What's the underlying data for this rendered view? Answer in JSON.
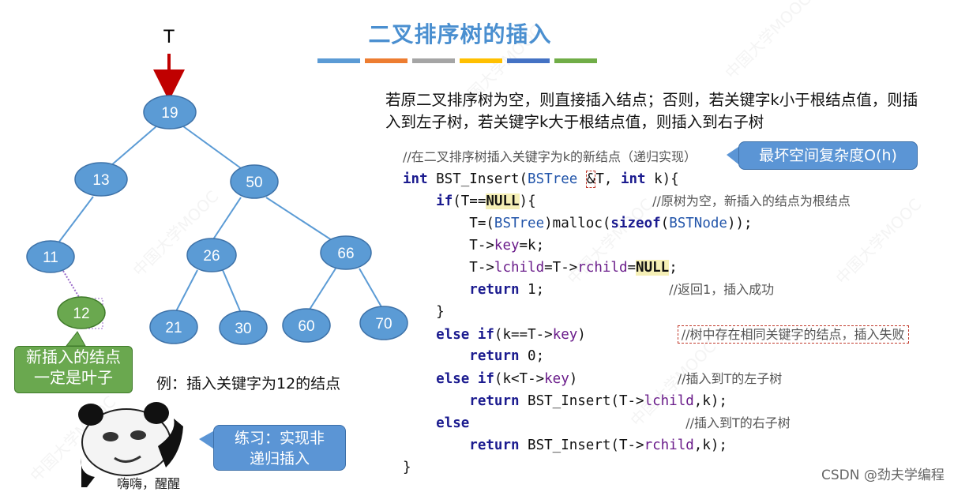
{
  "title": "二叉排序树的插入",
  "title_bar_colors": [
    "#5b9bd5",
    "#ed7d31",
    "#a5a5a5",
    "#ffc000",
    "#4472c4",
    "#70ad47"
  ],
  "tree": {
    "root_label": "T",
    "nodes": [
      "19",
      "13",
      "50",
      "11",
      "26",
      "66",
      "12",
      "21",
      "30",
      "60",
      "70"
    ],
    "new_node_color": "#6aa84f",
    "node_color": "#5b9bd5",
    "arrow_color": "#c00000"
  },
  "callout_new_leaf": {
    "line1": "新插入的结点",
    "line2": "一定是叶子"
  },
  "example_text": "例：插入关键字为12的结点",
  "description": "若原二叉排序树为空，则直接插入结点；否则，若关键字k小于根结点值，则插入到左子树，若关键字k大于根结点值，则插入到右子树",
  "space_callout": "最坏空间复杂度O(h)",
  "practice_callout": {
    "line1": "练习：实现非",
    "line2": "递归插入"
  },
  "panda_label": "嗨嗨，醒醒",
  "code": {
    "comment_header": "//在二叉排序树插入关键字为k的新结点（递归实现）",
    "sig_kw": "int",
    "sig_name": " BST_Insert(",
    "sig_type": "BSTree",
    "sig_amp": "&",
    "sig_rest1": "T, ",
    "sig_kw2": "int",
    "sig_rest2": " k){",
    "if1_kw": "if",
    "if1_a": "(T==",
    "null": "NULL",
    "if1_b": "){",
    "if1_comment": "//原树为空，新插入的结点为根结点",
    "l3_a": "T=(",
    "l3_type": "BSTree",
    "l3_b": ")malloc(",
    "l3_kw": "sizeof",
    "l3_c": "(",
    "l3_type2": "BSTNode",
    "l3_d": "));",
    "l4_a": "T->",
    "l4_f": "key",
    "l4_b": "=k;",
    "l5_a": "T->",
    "l5_f1": "lchild",
    "l5_b": "=T->",
    "l5_f2": "rchild",
    "l5_c": "=",
    "l5_d": ";",
    "ret": "return",
    "l6_val": " 1;",
    "l6_comment": "//返回1，插入成功",
    "close1": "}",
    "else_kw": "else",
    "if_kw": " if",
    "l8_a": "(k==T->",
    "l8_f": "key",
    "l8_b": ")",
    "l8_comment": "//树中存在相同关键字的结点，插入失败",
    "l9_val": " 0;",
    "l10_a": "(k<T->",
    "l10_f": "key",
    "l10_b": ")",
    "l10_comment": "//插入到T的左子树",
    "l11_a": " BST_Insert(T->",
    "l11_f": "lchild",
    "l11_b": ",k);",
    "l12_comment": "//插入到T的右子树",
    "l13_a": " BST_Insert(T->",
    "l13_f": "rchild",
    "l13_b": ",k);",
    "close2": "}"
  },
  "footer": "CSDN @劲夫学编程"
}
